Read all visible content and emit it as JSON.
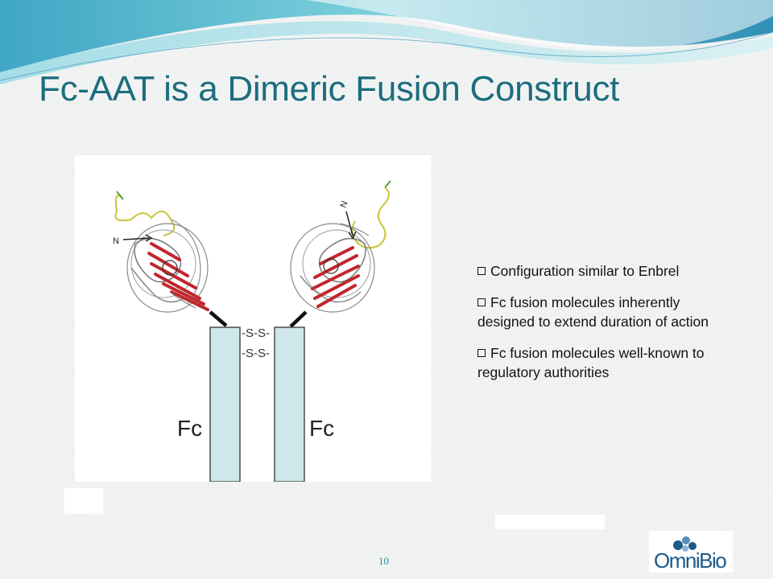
{
  "slide": {
    "title": "Fc-AAT is a Dimeric Fusion Construct",
    "page_number": "10"
  },
  "diagram": {
    "disulfide_top": "-S-S-",
    "disulfide_bottom": "-S-S-",
    "fc_left_label": "Fc",
    "fc_right_label": "Fc",
    "n_terminus_left": "N",
    "n_terminus_right": "N",
    "colors": {
      "fc_fill": "#cfe7ea",
      "beta_sheet": "#c0272d",
      "loop": "#c9c43a",
      "ribbon": "#8a8a8a"
    }
  },
  "bullets": [
    "Configuration similar to Enbrel",
    "Fc fusion molecules inherently designed to extend duration of action",
    "Fc fusion molecules well-known to regulatory authorities"
  ],
  "logo": {
    "text_omni": "Omni",
    "text_bio": "Bio"
  }
}
